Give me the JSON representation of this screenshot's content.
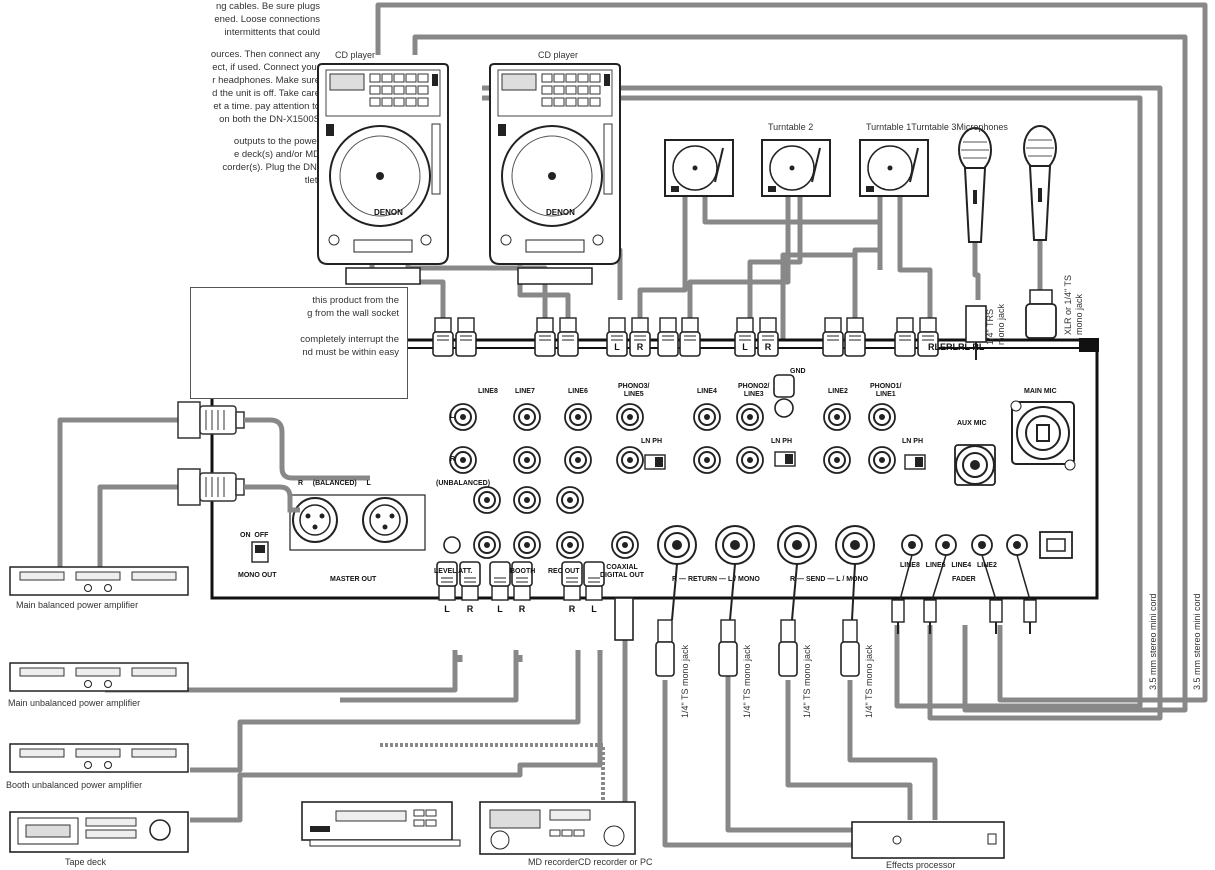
{
  "intro_text": [
    "ng cables. Be sure plugs\nened. Loose connections\nintermittents that could",
    "ources. Then connect any\nect, if used. Connect your\nr headphones. Make sure\nd the unit is off. Take care\net a time. pay attention to\non both the DN-X1500S",
    "outputs to the power\ne deck(s) and/or MD\ncorder(s). Plug the DN-\ntlet."
  ],
  "caution_text": "this product from the\ng from the wall socket\n\ncompletely interrupt the\nnd must be within easy",
  "devices": {
    "cd_player_1": "CD player",
    "cd_player_2": "CD player",
    "turntable_2": "Turntable 2",
    "turntable_1_3": "Turntable 1Turntable 3Microphones",
    "brand": "DENON",
    "main_balanced_amp": "Main balanced power amplifier",
    "main_unbalanced_amp": "Main unbalanced power amplifier",
    "booth_amp": "Booth unbalanced power amplifier",
    "tape_deck": "Tape deck",
    "md_cd_pc": "MD recorderCD recorder or PC",
    "effects": "Effects processor"
  },
  "panel_labels": {
    "line8": "LINE8",
    "line7": "LINE7",
    "line6": "LINE6",
    "phono3": "PHONO3/\nLINE5",
    "line4": "LINE4",
    "phono2": "PHONO2/\nLINE3",
    "gnd": "GND",
    "line2": "LINE2",
    "phono1": "PHONO1/\nLINE1",
    "l": "L",
    "r": "R",
    "ln": "LN",
    "ph": "PH",
    "aux_mic": "AUX MIC",
    "main_mic": "MAIN MIC",
    "balanced": "R     (BALANCED)     L",
    "unbalanced": "(UNBALANCED)",
    "on": "ON",
    "off": "OFF",
    "mono_out": "MONO OUT",
    "master_out": "MASTER OUT",
    "level_att": "LEVEL ATT.",
    "booth": "BOOTH",
    "rec_out": "REC OUT",
    "coaxial": "COAXIAL\nDIGITAL OUT",
    "return": "R — RETURN — L / MONO",
    "send": "R — SEND — L / MONO",
    "fader": "LINE8   LINE6   LINE4   LINE2",
    "fader_title": "FADER",
    "rlrl": "RLERLRL RL"
  },
  "cable_labels": {
    "trs_mono": "1/4\" TRS\nmono jack",
    "xlr": "XLR or 1/4\" TS\nmono jack",
    "ts_mono_1": "1/4\" TS mono jack",
    "ts_mono_2": "1/4\" TS mono jack",
    "ts_mono_3": "1/4\" TS mono jack",
    "ts_mono_4": "1/4\" TS mono jack",
    "mini_cord_1": "3.5 mm stereo mini cord",
    "mini_cord_2": "3.5 mm stereo mini cord"
  },
  "plug_letters": [
    "L",
    "R",
    "L",
    "R",
    "L",
    "R",
    "L",
    "R",
    "L",
    "R"
  ]
}
